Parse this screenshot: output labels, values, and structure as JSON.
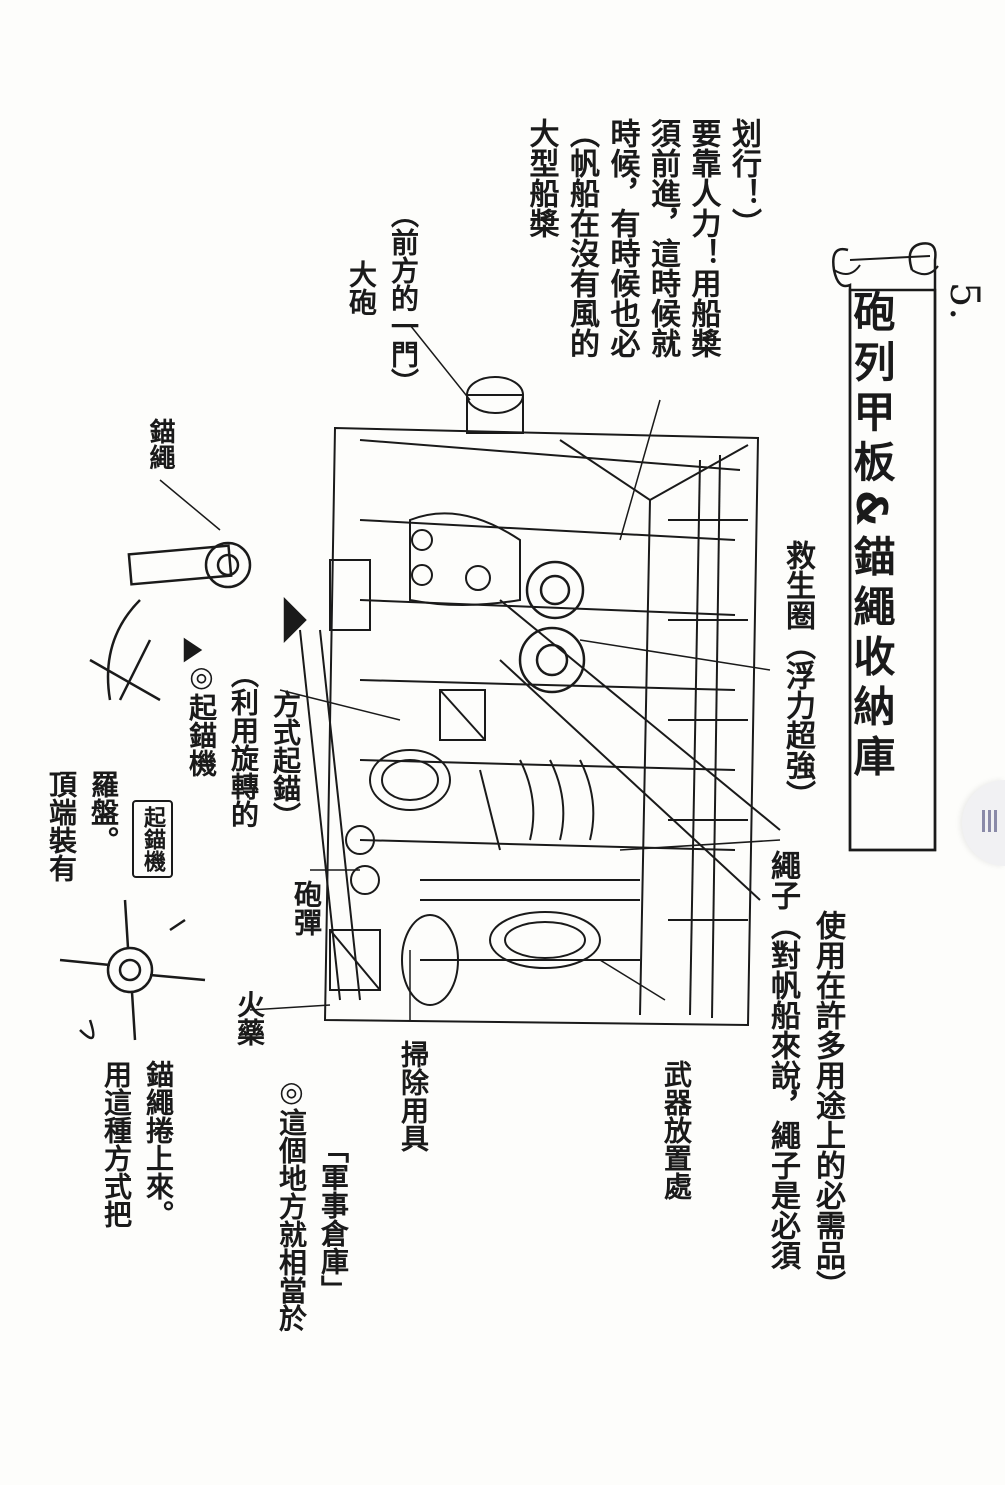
{
  "page_number": "5.",
  "title": "砲列甲板&錨繩收納庫",
  "labels": {
    "oar": [
      "大型船槳",
      "（帆船在沒有風的",
      "時候，有時候也必",
      "須前進，這時候就",
      "要靠人力！用船槳",
      "划行！）"
    ],
    "cannon": [
      "大砲",
      "（前方的一門）"
    ],
    "lifebuoy": "救生圈（浮力超強）",
    "rope": [
      "繩子（對帆船來說，繩子是必須",
      "使用在許多用途上的必需品）"
    ],
    "weapons": "武器放置處",
    "cleaning": "掃除用具",
    "warehouse": [
      "◎這個地方就相當於",
      "「軍事倉庫」"
    ],
    "anchor_rope": "錨繩",
    "windlass": [
      "◎起錨機",
      "（利用旋轉的",
      "方式起錨）"
    ],
    "windlass_tag": "起錨機",
    "top_compass": [
      "頂端裝有",
      "羅盤。"
    ],
    "shells": "砲彈",
    "gunpowder": "火藥",
    "method": [
      "用這種方式把",
      "錨繩捲上來。"
    ]
  },
  "icons": [
    "scroll-banner-icon",
    "cannon-icon",
    "lifebuoy-icon",
    "rope-coil-icon",
    "anchor-windlass-icon",
    "capstan-icon"
  ]
}
